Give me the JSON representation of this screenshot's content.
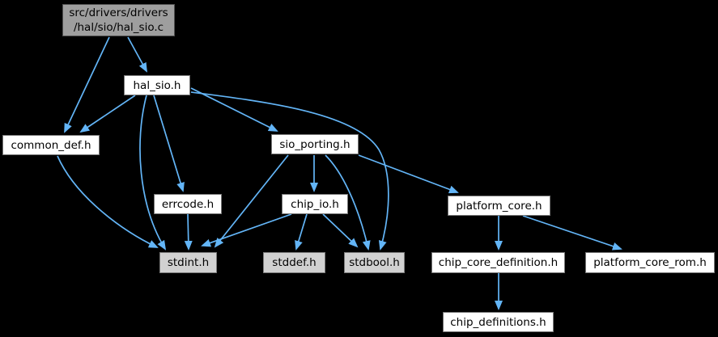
{
  "diagram": {
    "title": "include dependency graph for src/drivers/drivers/hal/sio/hal_sio.c",
    "colors": {
      "background": "#000000",
      "edge": "#63b5f7",
      "node_fill": "#ffffff",
      "node_border": "#777777",
      "external_node_fill": "#d1d1d1",
      "root_node_fill": "#9e9e9e",
      "text": "#000000"
    },
    "nodes": [
      {
        "id": "hal_sio_c",
        "label": "src/drivers/drivers\n/hal/sio/hal_sio.c",
        "type": "root"
      },
      {
        "id": "hal_sio_h",
        "label": "hal_sio.h",
        "type": "internal"
      },
      {
        "id": "common_def_h",
        "label": "common_def.h",
        "type": "internal"
      },
      {
        "id": "sio_porting_h",
        "label": "sio_porting.h",
        "type": "internal"
      },
      {
        "id": "errcode_h",
        "label": "errcode.h",
        "type": "internal"
      },
      {
        "id": "chip_io_h",
        "label": "chip_io.h",
        "type": "internal"
      },
      {
        "id": "platform_core_h",
        "label": "platform_core.h",
        "type": "internal"
      },
      {
        "id": "stdint_h",
        "label": "stdint.h",
        "type": "external"
      },
      {
        "id": "stddef_h",
        "label": "stddef.h",
        "type": "external"
      },
      {
        "id": "stdbool_h",
        "label": "stdbool.h",
        "type": "external"
      },
      {
        "id": "chip_core_definition_h",
        "label": "chip_core_definition.h",
        "type": "internal"
      },
      {
        "id": "platform_core_rom_h",
        "label": "platform_core_rom.h",
        "type": "internal"
      },
      {
        "id": "chip_definitions_h",
        "label": "chip_definitions.h",
        "type": "internal"
      }
    ],
    "edges": [
      {
        "from": "hal_sio_c",
        "to": "hal_sio_h"
      },
      {
        "from": "hal_sio_c",
        "to": "common_def_h"
      },
      {
        "from": "hal_sio_h",
        "to": "common_def_h"
      },
      {
        "from": "hal_sio_h",
        "to": "errcode_h"
      },
      {
        "from": "hal_sio_h",
        "to": "stdint_h"
      },
      {
        "from": "hal_sio_h",
        "to": "sio_porting_h"
      },
      {
        "from": "hal_sio_h",
        "to": "stdbool_h"
      },
      {
        "from": "common_def_h",
        "to": "stdint_h"
      },
      {
        "from": "errcode_h",
        "to": "stdint_h"
      },
      {
        "from": "sio_porting_h",
        "to": "stdint_h"
      },
      {
        "from": "sio_porting_h",
        "to": "chip_io_h"
      },
      {
        "from": "sio_porting_h",
        "to": "stdbool_h"
      },
      {
        "from": "sio_porting_h",
        "to": "platform_core_h"
      },
      {
        "from": "chip_io_h",
        "to": "stdint_h"
      },
      {
        "from": "chip_io_h",
        "to": "stddef_h"
      },
      {
        "from": "chip_io_h",
        "to": "stdbool_h"
      },
      {
        "from": "platform_core_h",
        "to": "chip_core_definition_h"
      },
      {
        "from": "platform_core_h",
        "to": "platform_core_rom_h"
      },
      {
        "from": "chip_core_definition_h",
        "to": "chip_definitions_h"
      }
    ]
  }
}
